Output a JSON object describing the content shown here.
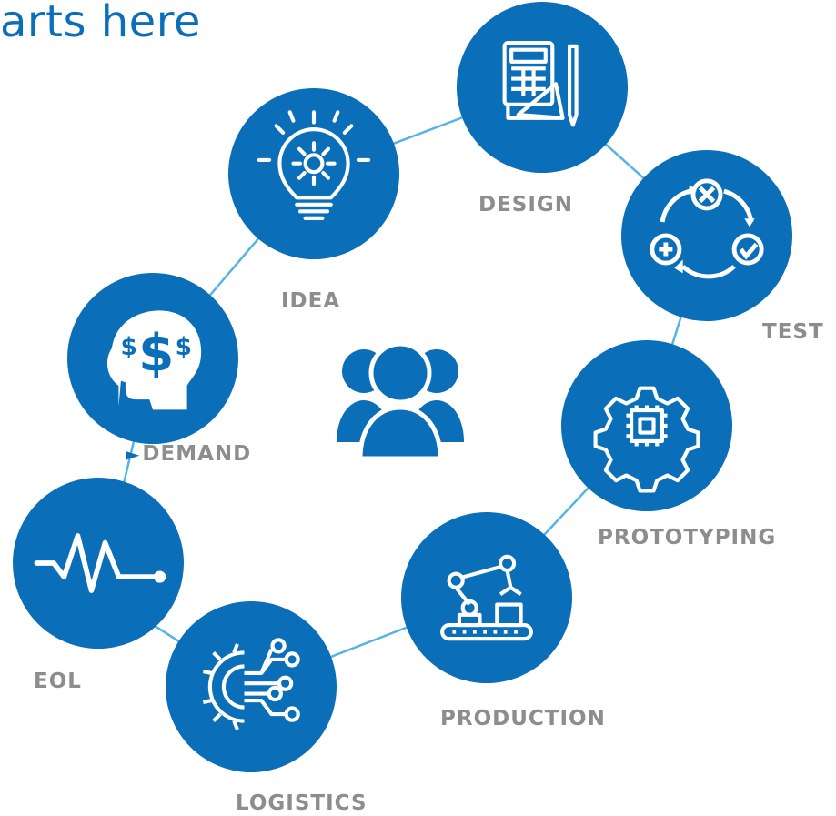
{
  "header": {
    "title": "arts here"
  },
  "colors": {
    "accent": "#0a6fb8",
    "connector": "#56b3e3",
    "label": "#8d8d8d"
  },
  "center": {
    "icon": "people-group-icon"
  },
  "stages": [
    {
      "label": "DESIGN",
      "icon": "calculator-ruler-icon"
    },
    {
      "label": "TEST",
      "icon": "cycle-check-icon"
    },
    {
      "label": "PROTOTYPING",
      "icon": "gear-chip-icon"
    },
    {
      "label": "PRODUCTION",
      "icon": "robot-arm-conveyor-icon"
    },
    {
      "label": "LOGISTICS",
      "icon": "gear-network-icon"
    },
    {
      "label": "EOL",
      "icon": "heartbeat-line-icon"
    },
    {
      "label": "DEMAND",
      "icon": "head-dollar-icon",
      "marker": "►"
    },
    {
      "label": "IDEA",
      "icon": "lightbulb-gear-icon"
    }
  ]
}
